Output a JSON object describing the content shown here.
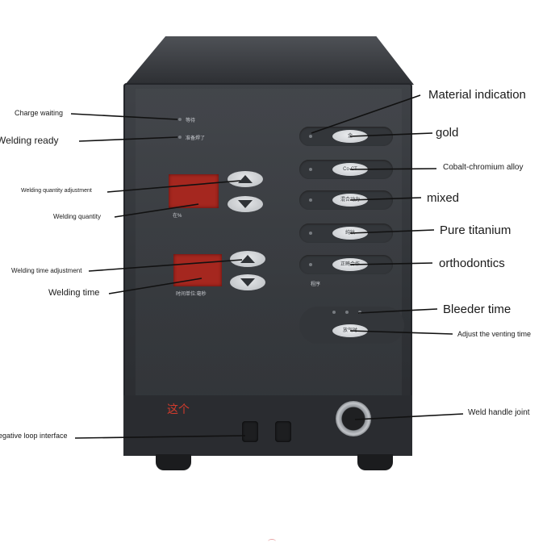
{
  "panel": {
    "status_labels": [
      "等待",
      "准备焊了"
    ],
    "display1_caption": "在%",
    "display2_caption": "时间单位:毫秒",
    "program_caption": "程序",
    "material_buttons": [
      "金",
      "Co-CT",
      "混合动力",
      "纯钛",
      "正畸合作"
    ],
    "vent_button": "放气时",
    "red_text": "这个"
  },
  "callouts": {
    "charge_waiting": "Charge waiting",
    "welding_ready": "Welding ready",
    "welding_quantity_adjustment": "Welding quantity adjustment",
    "welding_quantity": "Welding quantity",
    "welding_time_adjustment": "Welding time adjustment",
    "welding_time": "Welding time",
    "negative_loop": "egative loop interface",
    "material_indication": "Material indication",
    "gold": "gold",
    "cobalt": "Cobalt-chromium alloy",
    "mixed": "mixed",
    "titanium": "Pure titanium",
    "orthodontics": "orthodontics",
    "bleeder_time": "Bleeder time",
    "adjust_venting": "Adjust the venting time",
    "weld_handle": "Weld handle joint"
  },
  "colors": {
    "display_red": "#a5271f",
    "body_dark": "#2f3236"
  }
}
